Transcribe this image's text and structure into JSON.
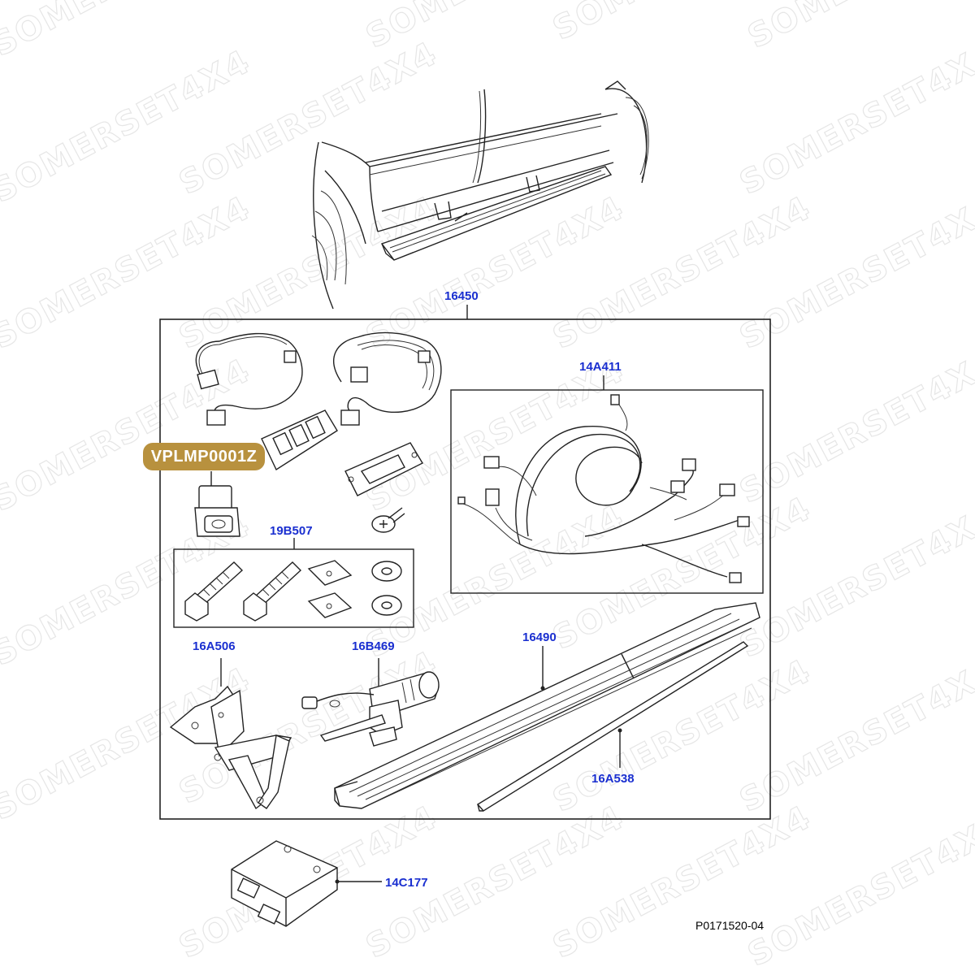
{
  "watermark": "SOMERSET4X4",
  "accent_color": "#1a2fd0",
  "badge_color": "#b8913e",
  "labels": {
    "main_kit": "16450",
    "harness": "14A411",
    "fixing_kit": "19B507",
    "bracket": "16A506",
    "motor": "16B469",
    "step": "16490",
    "trim_strip": "16A538",
    "control_module": "14C177"
  },
  "badge": "VPLMP0001Z",
  "reference_code": "P0171520-04"
}
